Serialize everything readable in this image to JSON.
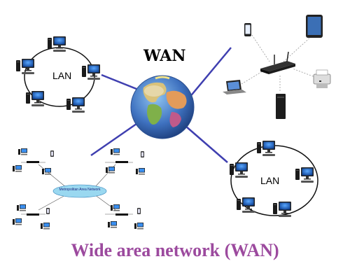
{
  "title": "WAN",
  "lan_label_left": "LAN",
  "lan_label_right": "LAN",
  "man_label": "Metropolitan Area Network",
  "caption": "Wide area network (WAN)",
  "colors": {
    "link": "#3f3fb0",
    "ring": "#111111",
    "caption": "#9c4a9e",
    "man_ellipse": "#9ad8f0",
    "globe_ocean": "#4a7ec4"
  }
}
